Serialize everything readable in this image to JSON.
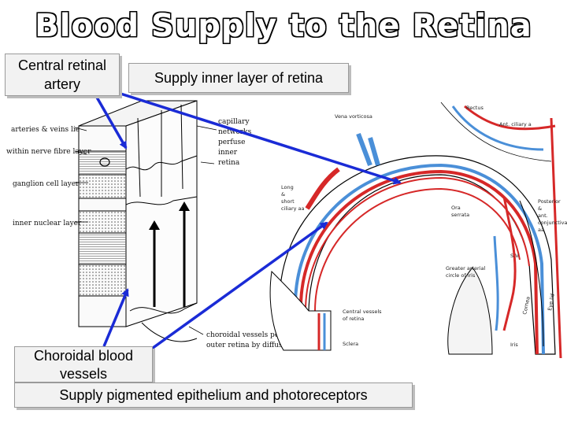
{
  "title": "Blood Supply to the Retina",
  "callouts": {
    "central_artery": "Central retinal artery",
    "inner_layer": "Supply inner layer of retina",
    "choroidal": "Choroidal blood vessels",
    "pigmented": "Supply pigmented epithelium and photoreceptors"
  },
  "left_figure_labels": {
    "arteries": "arteries & veins lie",
    "nerve_fibre": "within nerve fibre layer",
    "ganglion": "ganglion cell layer",
    "inner_nuclear": "inner nuclear layer",
    "capillary_1": "capillary",
    "capillary_2": "networks",
    "capillary_3": "perfuse",
    "capillary_4": "inner",
    "capillary_5": "retina",
    "choroidal_1": "choroidal vessels perfuse",
    "choroidal_2": "outer retina by diffusion"
  },
  "right_figure_labels": {
    "rectus": "Rectus",
    "vena": "Vena vorticosa",
    "ant_ciliary": "Ant. ciliary a",
    "long_short_1": "Long",
    "long_short_2": "&",
    "long_short_3": "short",
    "long_short_4": "ciliary aa",
    "ora_1": "Ora",
    "ora_2": "serrata",
    "posterior_1": "Posterior",
    "posterior_2": "&",
    "posterior_3": "ant.",
    "posterior_4": "conjunctiva",
    "posterior_5": "aa",
    "sv": "S.V.",
    "greater_1": "Greater arterial",
    "greater_2": "circle of iris",
    "central_1": "Central vessels",
    "central_2": "of retina",
    "sclera": "Sclera",
    "cornea": "Cornea",
    "eyelid": "Eye lid",
    "iris": "Iris"
  },
  "colors": {
    "arrow": "#1a2bd6",
    "artery": "#d62828",
    "vein": "#4a8fd8"
  }
}
